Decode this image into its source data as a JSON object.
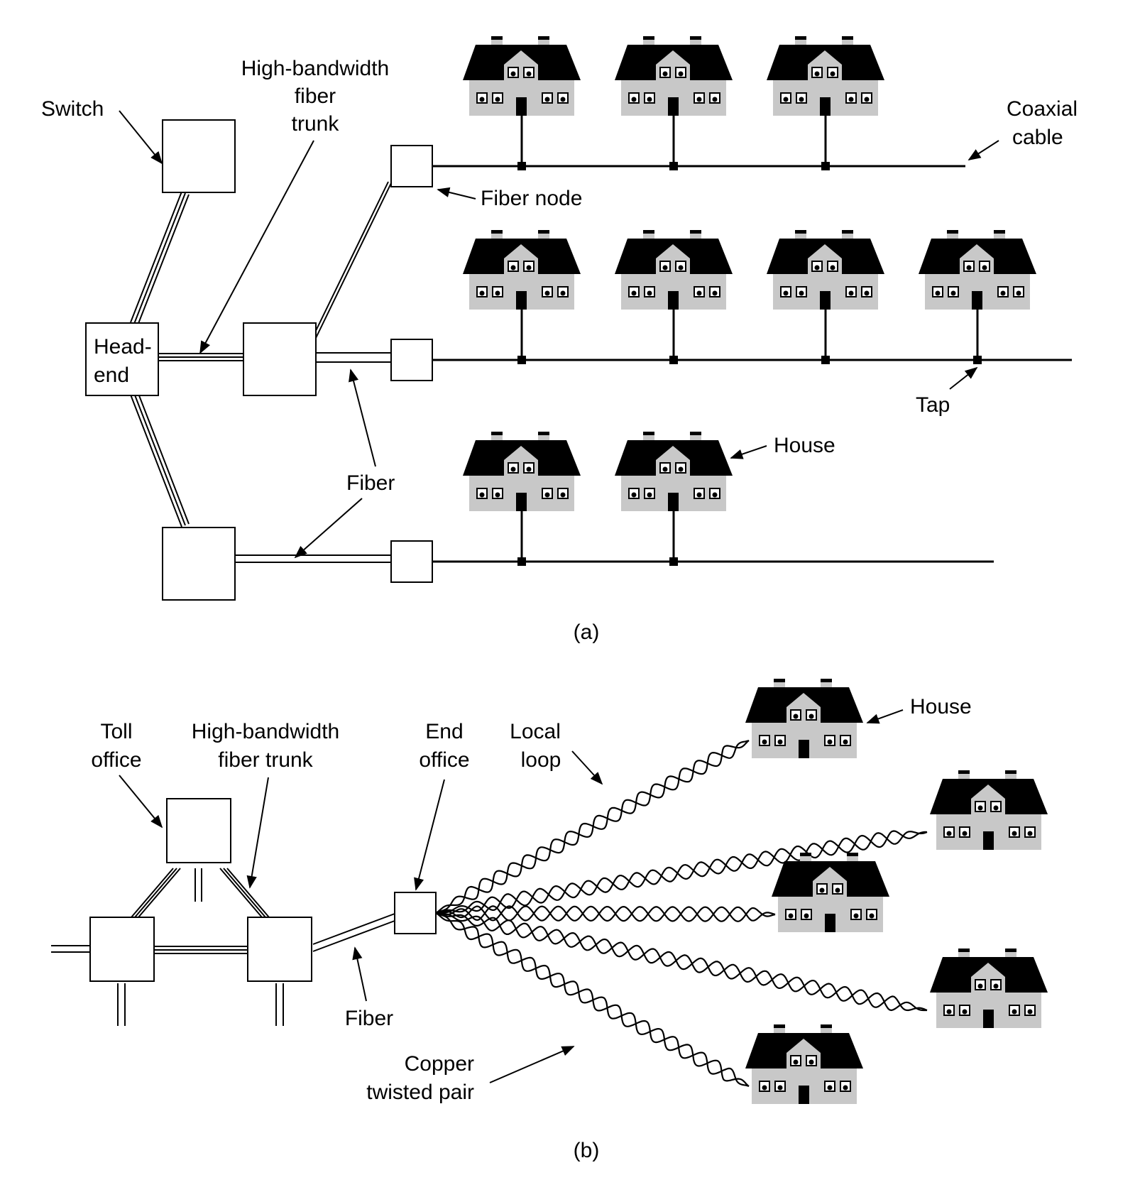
{
  "figure": {
    "part_a": {
      "caption": "(a)",
      "labels": {
        "switch": "Switch",
        "trunk": [
          "High-bandwidth",
          "fiber",
          "trunk"
        ],
        "headend": [
          "Head-",
          "end"
        ],
        "fiber_node": "Fiber node",
        "coax": [
          "Coaxial",
          "cable"
        ],
        "tap": "Tap",
        "house": "House",
        "fiber": "Fiber"
      },
      "rows": [
        {
          "houses": 3
        },
        {
          "houses": 4
        },
        {
          "houses": 2
        }
      ]
    },
    "part_b": {
      "caption": "(b)",
      "labels": {
        "toll_office": [
          "Toll",
          "office"
        ],
        "trunk": [
          "High-bandwidth",
          "fiber trunk"
        ],
        "end_office": [
          "End",
          "office"
        ],
        "local_loop": [
          "Local",
          "loop"
        ],
        "house": "House",
        "fiber": "Fiber",
        "copper": [
          "Copper",
          "twisted pair"
        ]
      },
      "houses": 5
    },
    "colors": {
      "ink": "#000000",
      "house_wall": "#c8c8c8",
      "paper": "#ffffff"
    }
  }
}
